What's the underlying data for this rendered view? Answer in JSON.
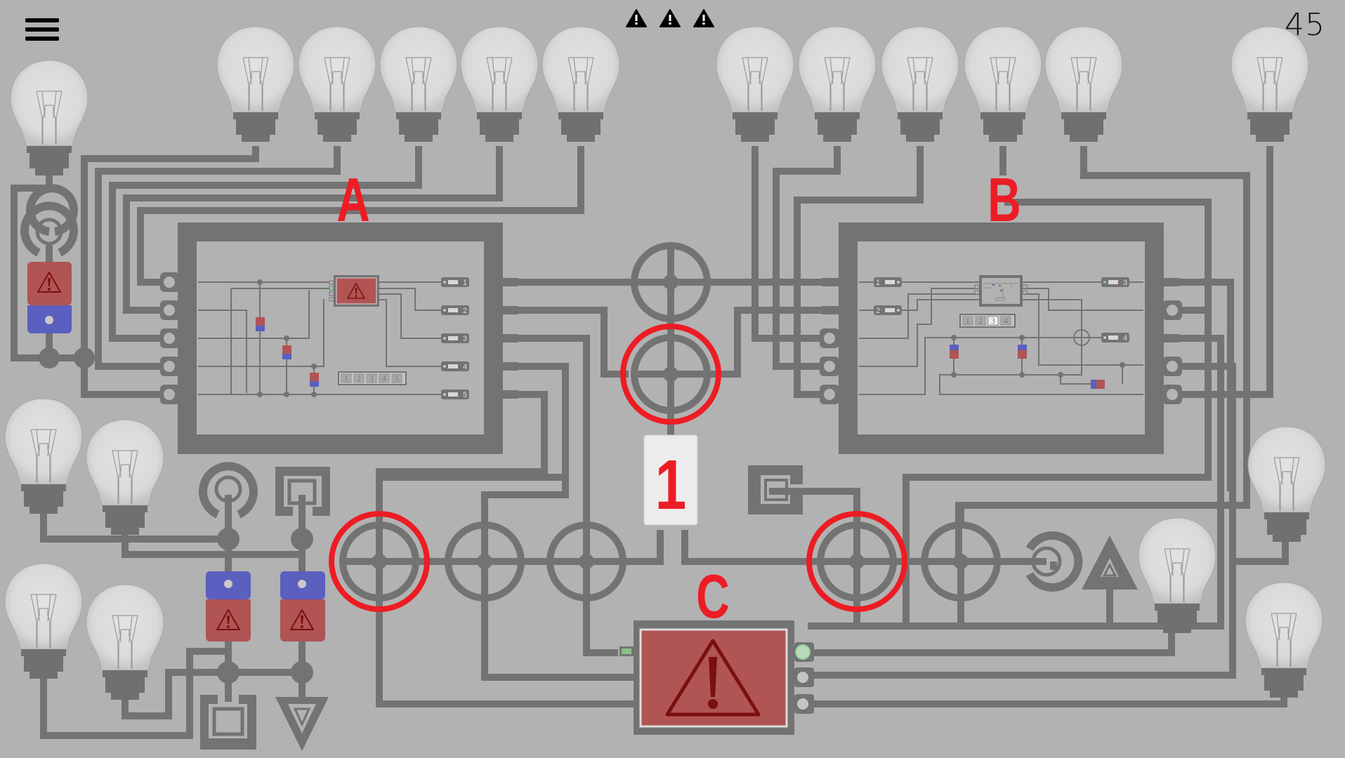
{
  "header": {
    "menu_icon": "hamburger-menu-icon",
    "warnings": [
      {
        "icon": "warning-triangle-icon"
      },
      {
        "icon": "warning-triangle-icon"
      },
      {
        "icon": "warning-triangle-icon"
      }
    ],
    "level_number": "45"
  },
  "colors": {
    "background": "#b2b2b2",
    "wire": "#737373",
    "highlight": "#ed1c24",
    "alarm_red": "#b05454",
    "switch_blue": "#5b5fbf",
    "bulb_off": "#dcdcdc",
    "led_green": "#8fd48f"
  },
  "labels": {
    "a": "A",
    "b": "B",
    "c": "C",
    "counter": "1"
  },
  "module_a": {
    "outputs": [
      "1",
      "2",
      "3",
      "4",
      "5"
    ],
    "selector": [
      "1",
      "2",
      "3",
      "4",
      "5"
    ],
    "selector_active": null
  },
  "module_b": {
    "inputs": [
      "1",
      "2"
    ],
    "outputs": [
      "3",
      "4"
    ],
    "selector": [
      "1",
      "2",
      "3",
      "4"
    ],
    "selector_active": "3"
  },
  "bulbs": {
    "count": 20,
    "state": "off"
  }
}
